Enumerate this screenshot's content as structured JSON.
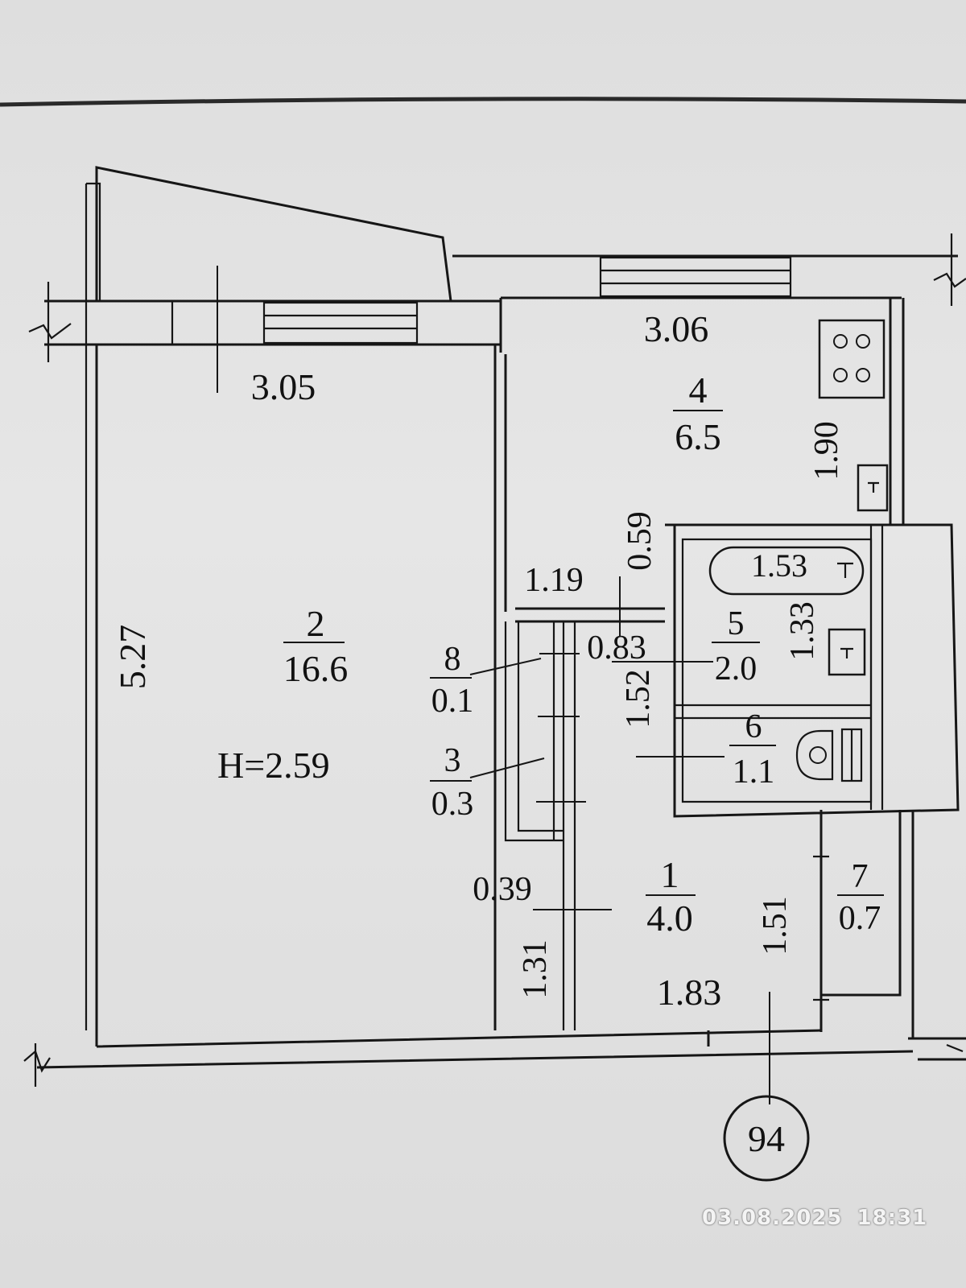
{
  "plan": {
    "ceiling_height": "H=2.59",
    "apartment_number": "94",
    "rooms": [
      {
        "number": "1",
        "area": "4.0"
      },
      {
        "number": "2",
        "area": "16.6"
      },
      {
        "number": "3",
        "area": "0.3"
      },
      {
        "number": "4",
        "area": "6.5"
      },
      {
        "number": "5",
        "area": "2.0"
      },
      {
        "number": "6",
        "area": "1.1"
      },
      {
        "number": "7",
        "area": "0.7"
      },
      {
        "number": "8",
        "area": "0.1"
      }
    ],
    "dimensions": {
      "living_room_width": "3.05",
      "living_room_length": "5.27",
      "kitchen_width": "3.06",
      "kitchen_length": "1.90",
      "corridor_upper_width": "1.19",
      "corridor_upper_depth": "0.59",
      "bath_length": "1.53",
      "closet_width": "0.83",
      "bathroom_depth": "1.33",
      "bathroom_block_depth": "1.52",
      "closet_depth": "0.39",
      "hall_wall_length": "1.31",
      "hall_length": "1.83",
      "entry_depth": "1.51"
    }
  },
  "camera": {
    "date": "03.08.2025",
    "time": "18:31"
  }
}
